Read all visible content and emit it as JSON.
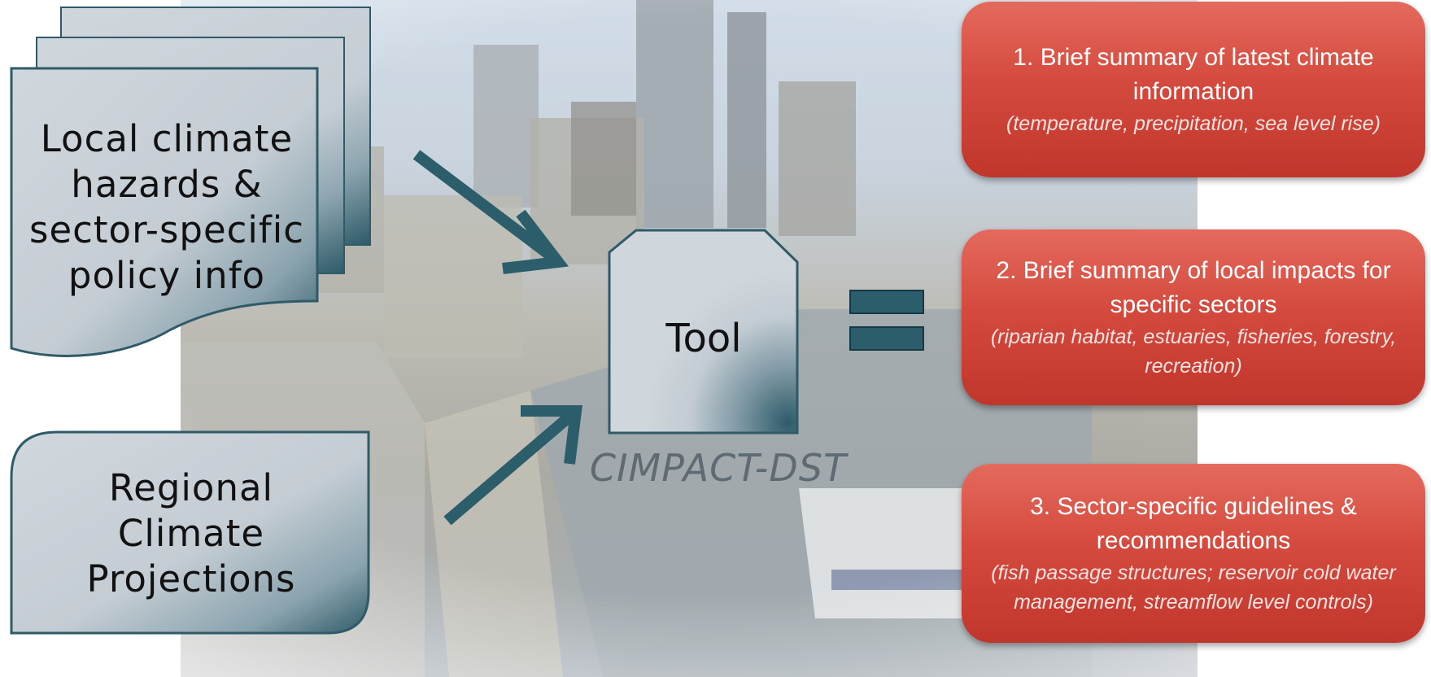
{
  "inputs": {
    "hazards_doc": {
      "lines": [
        "Local climate",
        "hazards &",
        "sector-specific",
        "policy info"
      ]
    },
    "projections_doc": {
      "lines": [
        "Regional",
        "Climate",
        "Projections"
      ]
    }
  },
  "tool": {
    "label": "Tool",
    "name": "CIMPACT-DST"
  },
  "outputs": [
    {
      "title": "1. Brief summary of latest climate information",
      "detail": "(temperature, precipitation, sea level rise)"
    },
    {
      "title": "2. Brief summary of local impacts for specific sectors",
      "detail": "(riparian habitat, estuaries, fisheries, forestry, recreation)"
    },
    {
      "title": "3. Sector-specific guidelines & recommendations",
      "detail": "(fish passage structures; reservoir cold water management, streamflow level controls)"
    }
  ],
  "colors": {
    "arrow": "#2b5d6a",
    "output_box": "#d54a3e",
    "doc_fill": "#c6ced5"
  }
}
